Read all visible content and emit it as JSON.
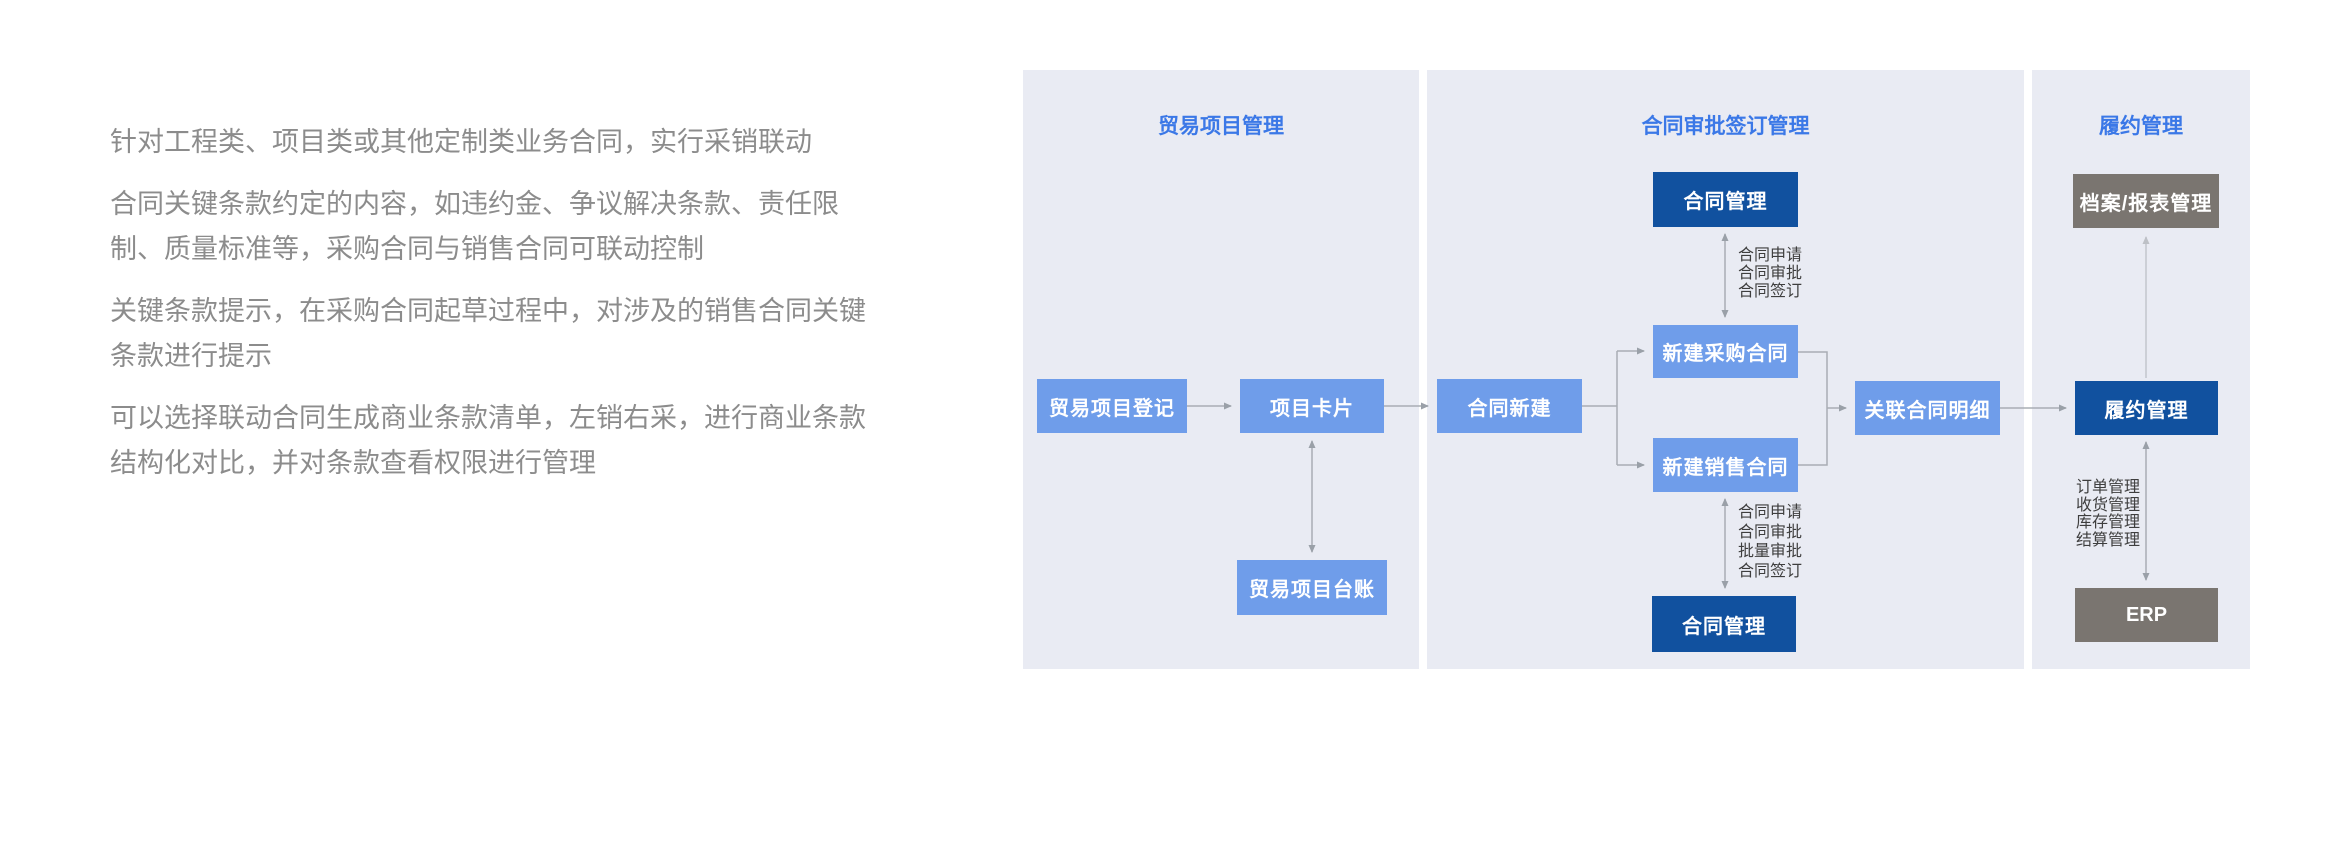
{
  "description": {
    "paragraphs": [
      "针对工程类、项目类或其他定制类业务合同，实行采销联动",
      "合同关键条款约定的内容，如违约金、争议解决条款、责任限\n制、质量标准等，采购合同与销售合同可联动控制",
      "关键条款提示，在采购合同起草过程中，对涉及的销售合同关键\n条款进行提示",
      "可以选择联动合同生成商业条款清单，左销右采，进行商业条款\n结构化对比，并对条款查看权限进行管理"
    ]
  },
  "diagram": {
    "panel1": {
      "title": "贸易项目管理"
    },
    "panel2": {
      "title": "合同审批签订管理"
    },
    "panel3": {
      "title": "履约管理"
    },
    "boxes": {
      "trade_register": "贸易项目登记",
      "project_card": "项目卡片",
      "trade_ledger": "贸易项目台账",
      "contract_create": "合同新建",
      "contract_mgmt_top": "合同管理",
      "new_purchase": "新建采购合同",
      "new_sales": "新建销售合同",
      "contract_mgmt_bottom": "合同管理",
      "related_detail": "关联合同明细",
      "archive_report": "档案/报表管理",
      "performance": "履约管理",
      "erp": "ERP"
    },
    "labels": {
      "approval_top": "合同申请\n合同审批\n合同签订",
      "approval_bottom": "合同申请\n合同审批\n批量审批\n合同签订",
      "erp_ops": "订单管理\n收货管理\n库存管理\n结算管理"
    },
    "colors": {
      "panel_bg": "#e9ebf3",
      "box_light_blue": "#6f9dea",
      "box_dark_blue": "#11519f",
      "box_gray": "#7a7570",
      "title_blue": "#3b78e7",
      "arrow_gray": "#a9adb4",
      "body_text_gray": "#8c8c8c"
    }
  }
}
